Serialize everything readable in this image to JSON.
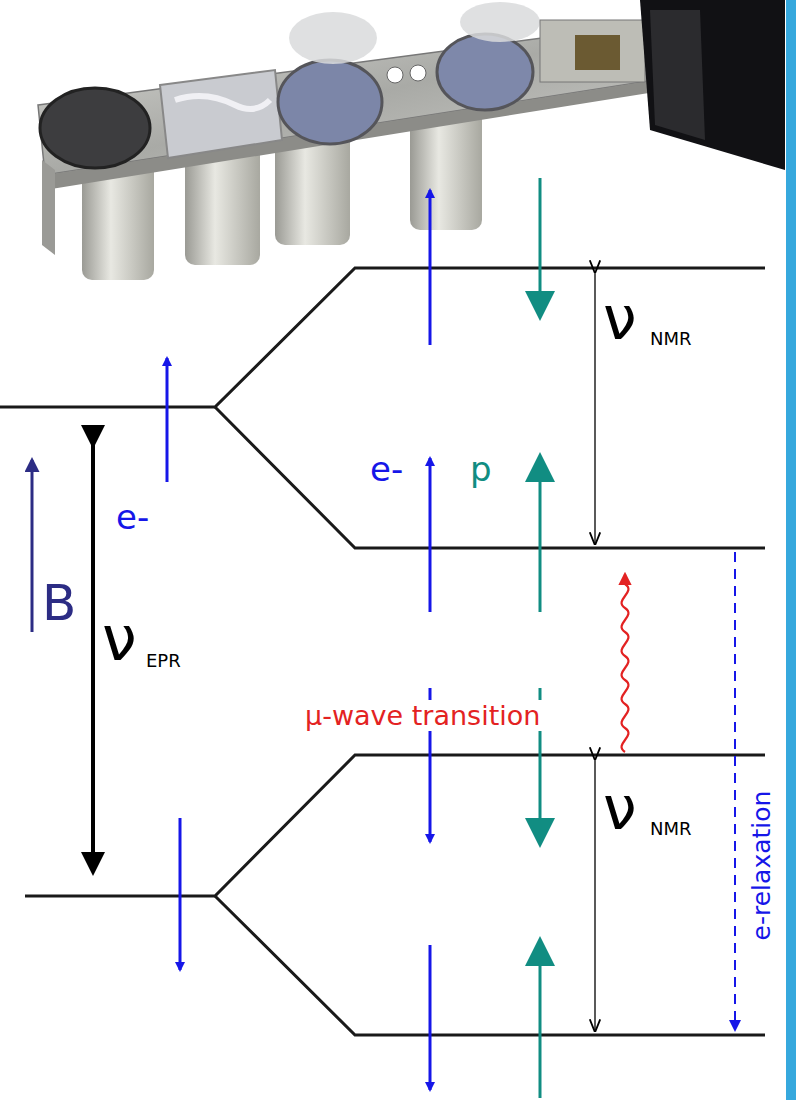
{
  "diagram": {
    "labels": [
      "ν",
      "NMR",
      "e-",
      "p",
      "e-",
      "B",
      "ν",
      "EPR",
      "μ-wave transition",
      "ν",
      "NMR",
      "e-relaxation"
    ]
  }
}
